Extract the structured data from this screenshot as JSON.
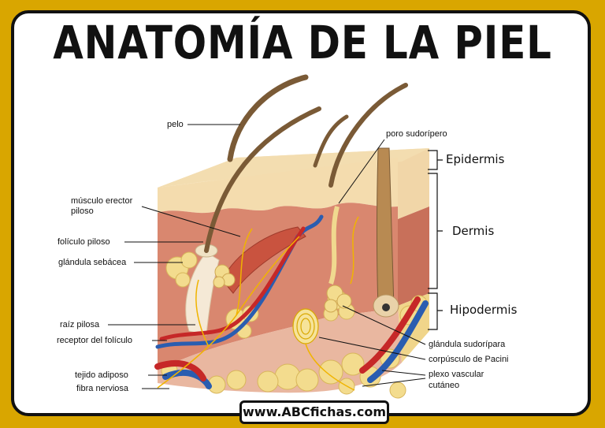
{
  "title": "ANATOMÍA DE LA PIEL",
  "labels_left": {
    "pelo": "pelo",
    "musculo_erector": "músculo erector",
    "piloso": "piloso",
    "foliculo_piloso": "folículo piloso",
    "glandula_sebacea": "glándula sebácea",
    "raiz_pilosa": "raíz pilosa",
    "receptor_foliculo": "receptor del folículo",
    "tejido_adiposo": "tejido adiposo",
    "fibra_nerviosa": "fibra nerviosa"
  },
  "labels_right": {
    "poro_sudoriparo": "poro sudorípero",
    "glandula_sudoripara": "glándula sudorípara",
    "corpusculo_pacini": "corpúsculo de Pacini",
    "plexo_vascular": "plexo vascular",
    "cutaneo": "cutáneo"
  },
  "layers": {
    "epidermis": "Epidermis",
    "dermis": "Dermis",
    "hipodermis": "Hipodermis"
  },
  "footer": "www.ABCfichas.com",
  "colors": {
    "background": "#d9a600",
    "epidermis": "#f4dcae",
    "dermis": "#d9876f",
    "fat": "#f3dc8e",
    "hair": "#7a5a36",
    "artery": "#c62828",
    "vein": "#2a5db0",
    "nerve": "#f0b400"
  }
}
